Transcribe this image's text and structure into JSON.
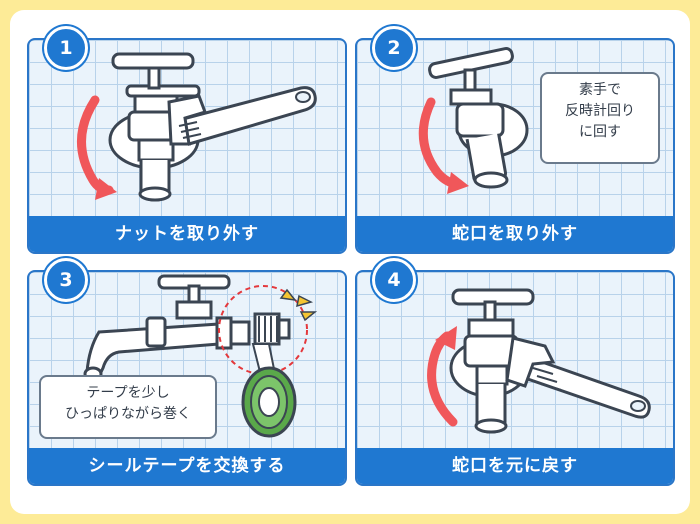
{
  "steps": [
    {
      "number": "1",
      "caption": "ナットを取り外す"
    },
    {
      "number": "2",
      "caption": "蛇口を取り外す",
      "note_lines": [
        "素手で",
        "反時計回り",
        "に回す"
      ]
    },
    {
      "number": "3",
      "caption": "シールテープを交換する",
      "note_lines": [
        "テープを少し",
        "ひっぱりながら巻く"
      ]
    },
    {
      "number": "4",
      "caption": "蛇口を元に戻す"
    }
  ],
  "colors": {
    "background": "#fdeb97",
    "accent_blue": "#1f78d1",
    "arrow_red": "#f0575a",
    "tape_green": "#5aa84a"
  },
  "icons": [
    "faucet-icon",
    "wrench-icon",
    "rotation-arrow-icon",
    "seal-tape-icon",
    "sparkle-icon"
  ]
}
